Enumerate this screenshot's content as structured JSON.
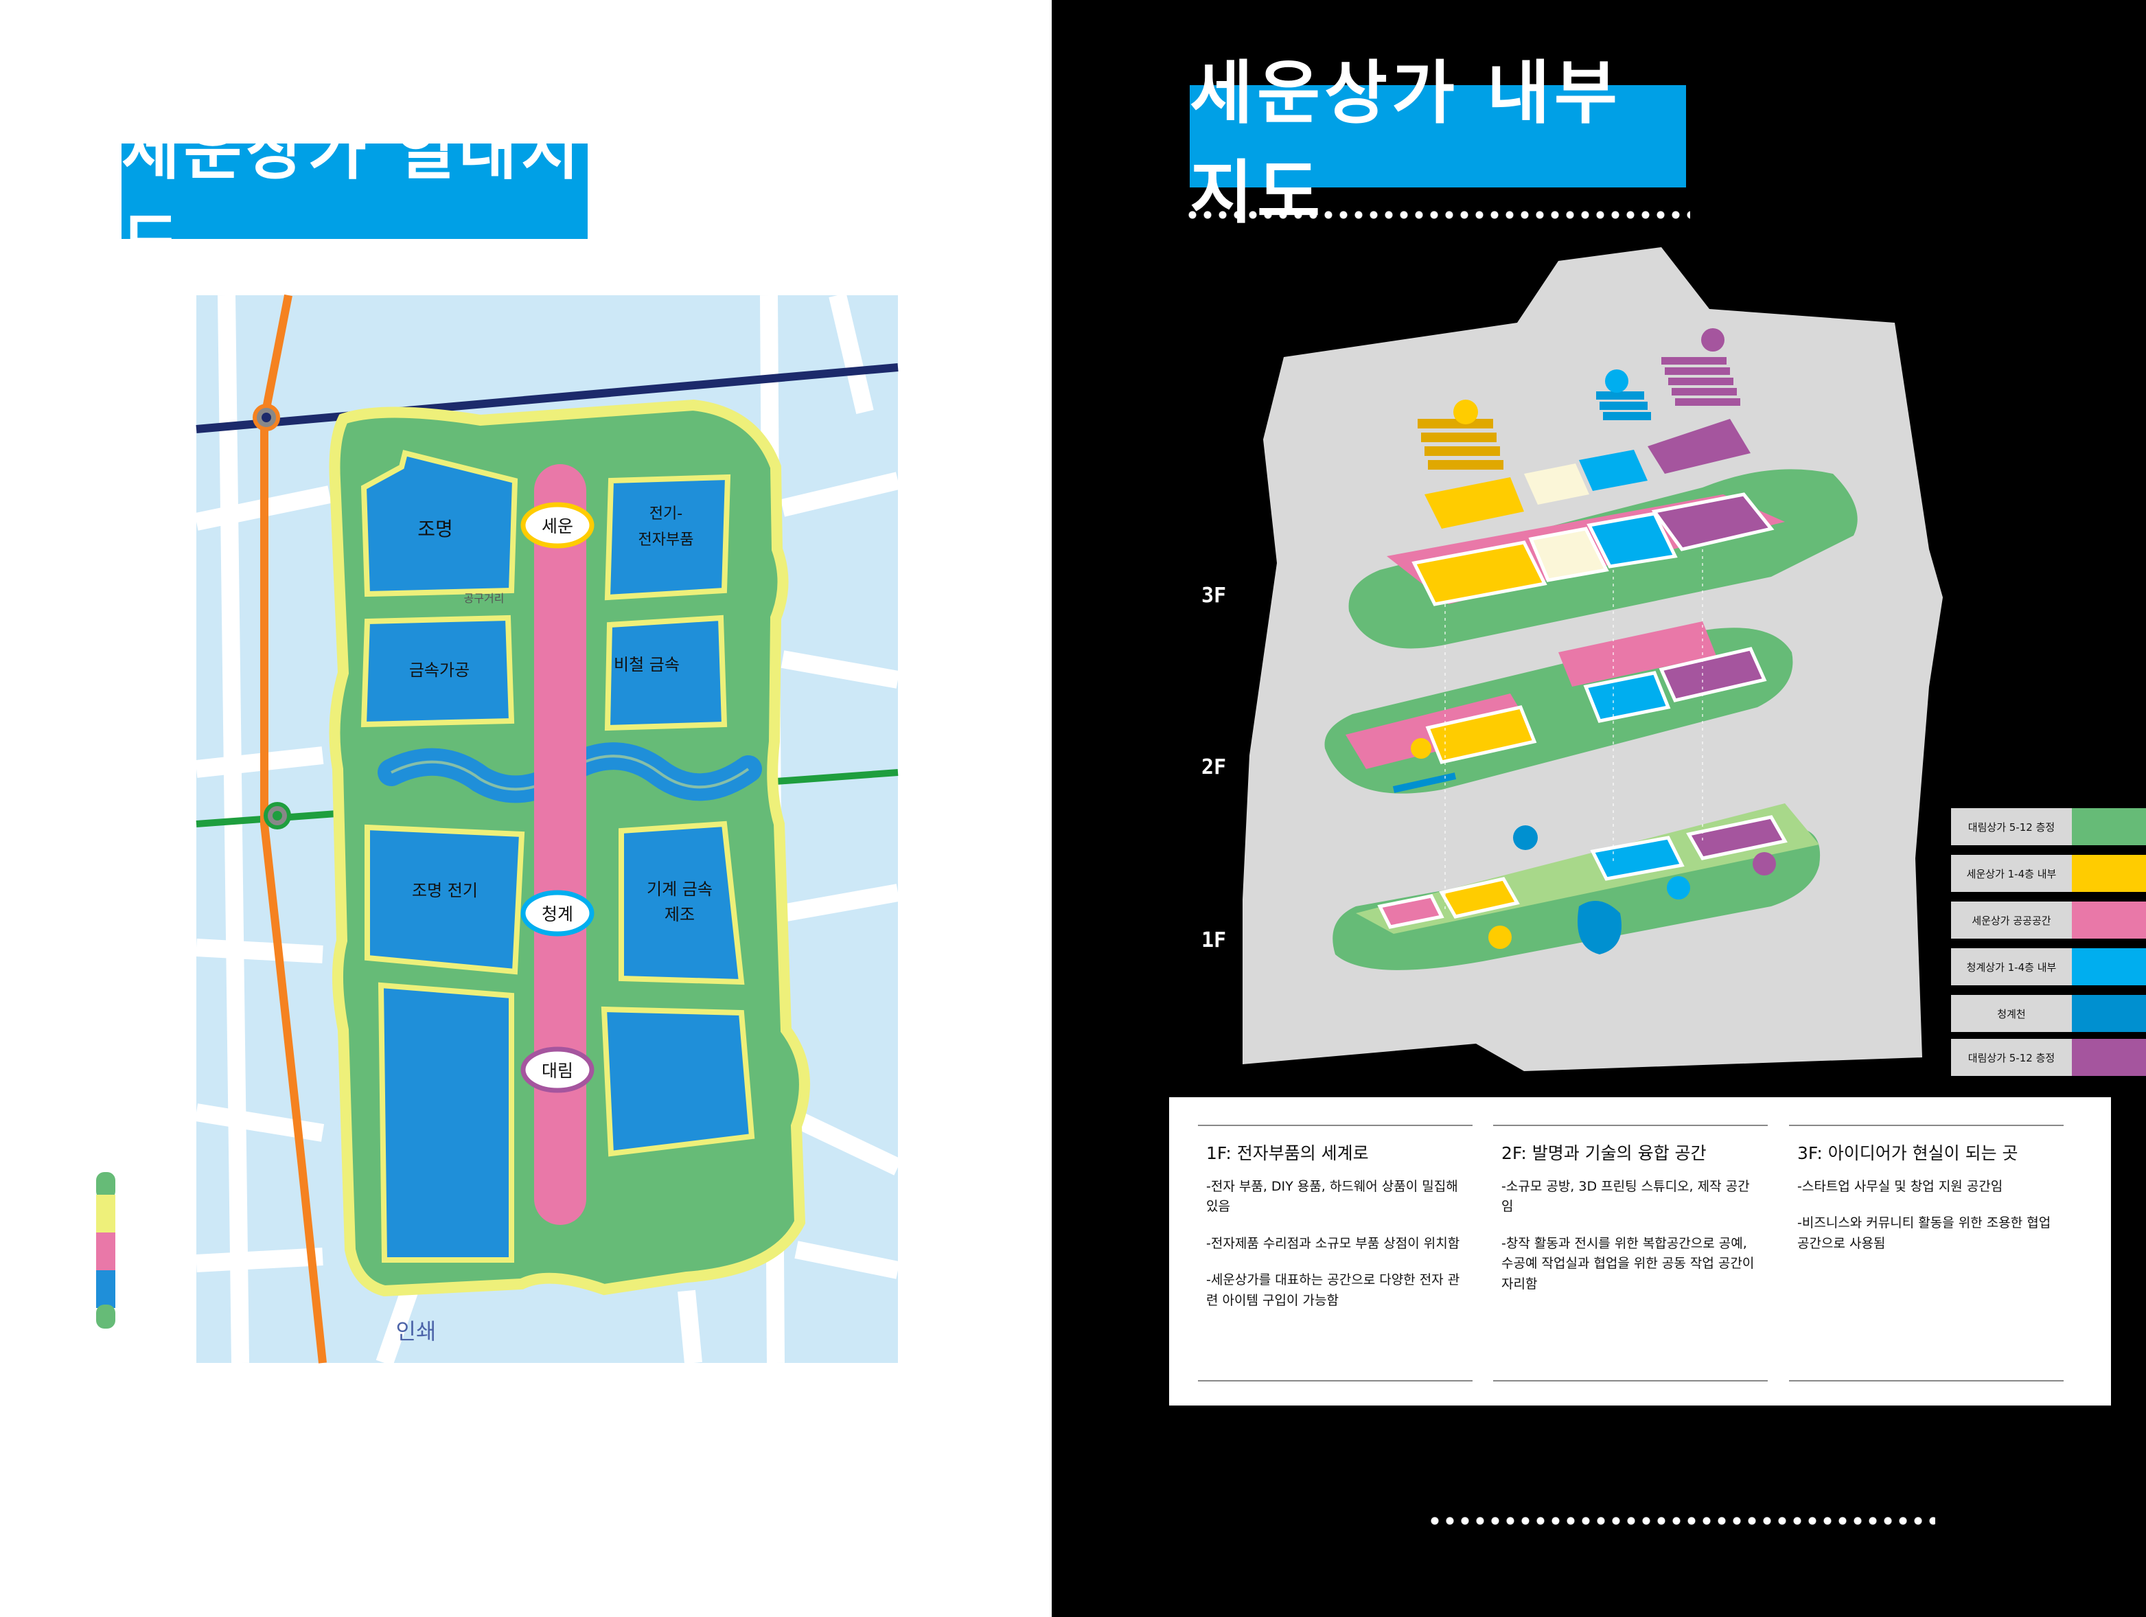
{
  "left_page": {
    "title": "세운상가 일대지도",
    "map_labels": {
      "block_nw": "조명",
      "block_ne": "전기-\n전자부품",
      "street": "공구거리",
      "block_mw": "금속가공",
      "block_me": "비철 금속",
      "block_sw": "조명 전기",
      "block_se": "기계 금속\n제조",
      "district_south": "인쇄"
    },
    "stations": [
      "세운",
      "청계",
      "대림"
    ]
  },
  "right_page": {
    "title": "세운상가 내부지도",
    "floors": [
      "3F",
      "2F",
      "1F"
    ],
    "legend": [
      {
        "label": "대림상가 5-12 층정",
        "color": "#66bb77"
      },
      {
        "label": "세운상가 1-4층 내부",
        "color": "#ffcc00"
      },
      {
        "label": "세운상가 공공공간",
        "color": "#e978a8"
      },
      {
        "label": "청계상가 1-4층 내부",
        "color": "#00aeef"
      },
      {
        "label": "청계천",
        "color": "#0090d0"
      },
      {
        "label": "대림상가 5-12 층정",
        "color": "#a5559e"
      }
    ],
    "info": [
      {
        "heading": "1F: 전자부품의 세계로",
        "lines": [
          "-전자 부품, DIY 용품, 하드웨어 상품이 밀집해있음",
          "-전자제품 수리점과 소규모 부품 상점이 위치함",
          "-세운상가를 대표하는 공간으로 다양한 전자 관련 아이템 구입이 가능함"
        ]
      },
      {
        "heading": "2F: 발명과 기술의 융합 공간",
        "lines": [
          "-소규모 공방, 3D 프린팅 스튜디오, 제작 공간임",
          "-창작 활동과 전시를 위한 복합공간으로 공예, 수공예 작업실과 협업을 위한 공동 작업 공간이 자리함"
        ]
      },
      {
        "heading": "3F: 아이디어가 현실이 되는 곳",
        "lines": [
          "-스타트업 사무실 및 창업 지원 공간임",
          "-비즈니스와 커뮤니티 활동을 위한 조용한 협업 공간으로 사용됨"
        ]
      }
    ]
  },
  "colors": {
    "title_bg": "#00a0e6",
    "map_bg": "#cde8f7",
    "green_area": "#66bb77",
    "yellow_border": "#eef07a",
    "pink_spine": "#e978a8",
    "block_blue": "#1f8fd9",
    "subway_orange": "#f58220",
    "subway_navy": "#1c2a6b",
    "subway_green": "#1e9e3e"
  }
}
